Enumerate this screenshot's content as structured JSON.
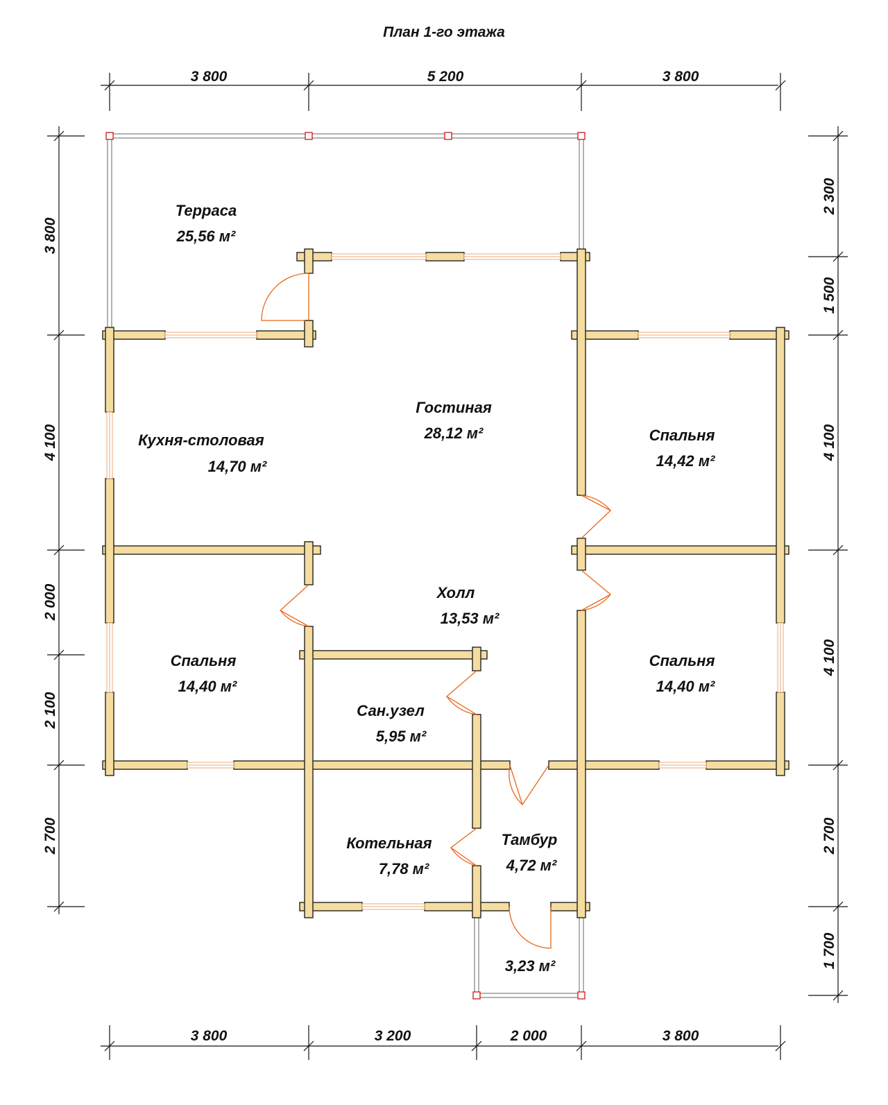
{
  "title": "План 1-го этажа",
  "dimensions": {
    "top": [
      "3 800",
      "5 200",
      "3 800"
    ],
    "bottom": [
      "3 800",
      "3 200",
      "2 000",
      "3 800"
    ],
    "left": [
      "3 800",
      "4 100",
      "2 000",
      "2 100",
      "2 700"
    ],
    "right": [
      "2 300",
      "1 500",
      "4 100",
      "4 100",
      "2 700",
      "1 700"
    ]
  },
  "rooms": [
    {
      "name": "Терраса",
      "area": "25,56 м²"
    },
    {
      "name": "Гостиная",
      "area": "28,12 м²"
    },
    {
      "name": "Кухня-столовая",
      "area": "14,70 м²"
    },
    {
      "name": "Спальня",
      "area": "14,42 м²"
    },
    {
      "name": "Холл",
      "area": "13,53 м²"
    },
    {
      "name": "Спальня",
      "area": "14,40 м²"
    },
    {
      "name": "Спальня",
      "area": "14,40 м²"
    },
    {
      "name": "Сан.узел",
      "area": "5,95 м²"
    },
    {
      "name": "Котельная",
      "area": "7,78 м²"
    },
    {
      "name": "Тамбур",
      "area": "4,72 м²"
    },
    {
      "name": "",
      "area": "3,23 м²"
    }
  ],
  "colors": {
    "wall": "#f5dc9f",
    "door": "#e8661a",
    "window": "#e8a878",
    "post": "#d01515"
  }
}
